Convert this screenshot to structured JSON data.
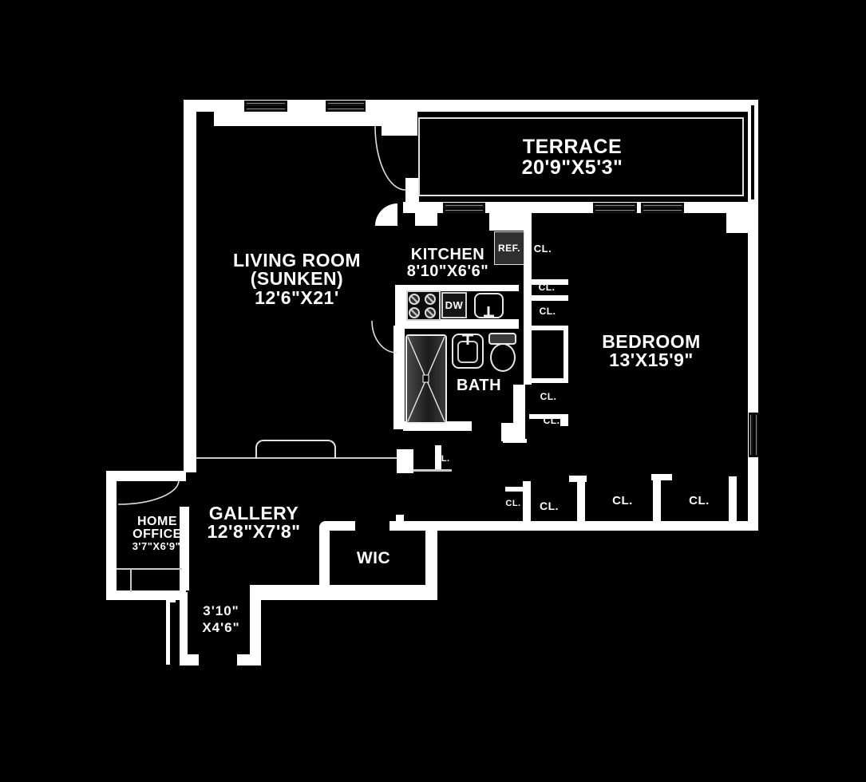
{
  "floorplan": {
    "colors": {
      "background": "#000000",
      "wall": "#ffffff"
    },
    "rooms": {
      "terrace": {
        "name": "TERRACE",
        "dims": "20'9\"X5'3\""
      },
      "living_room": {
        "name": "LIVING ROOM",
        "qualifier": "(SUNKEN)",
        "dims": "12'6\"X21'"
      },
      "kitchen": {
        "name": "KITCHEN",
        "dims": "8'10\"X6'6\""
      },
      "bedroom": {
        "name": "BEDROOM",
        "dims": "13'X15'9\""
      },
      "bath": {
        "name": "BATH"
      },
      "gallery": {
        "name": "GALLERY",
        "dims": "12'8\"X7'8\""
      },
      "home_office": {
        "line1": "HOME",
        "line2": "OFFICE",
        "dims": "3'7\"X6'9\""
      },
      "wic": {
        "name": "WIC"
      },
      "entry": {
        "dims_line1": "3'10\"",
        "dims_line2": "X4'6\""
      }
    },
    "fixtures": {
      "refrigerator_label": "REF.",
      "dishwasher_label": "DW"
    },
    "closet_label": "CL."
  }
}
